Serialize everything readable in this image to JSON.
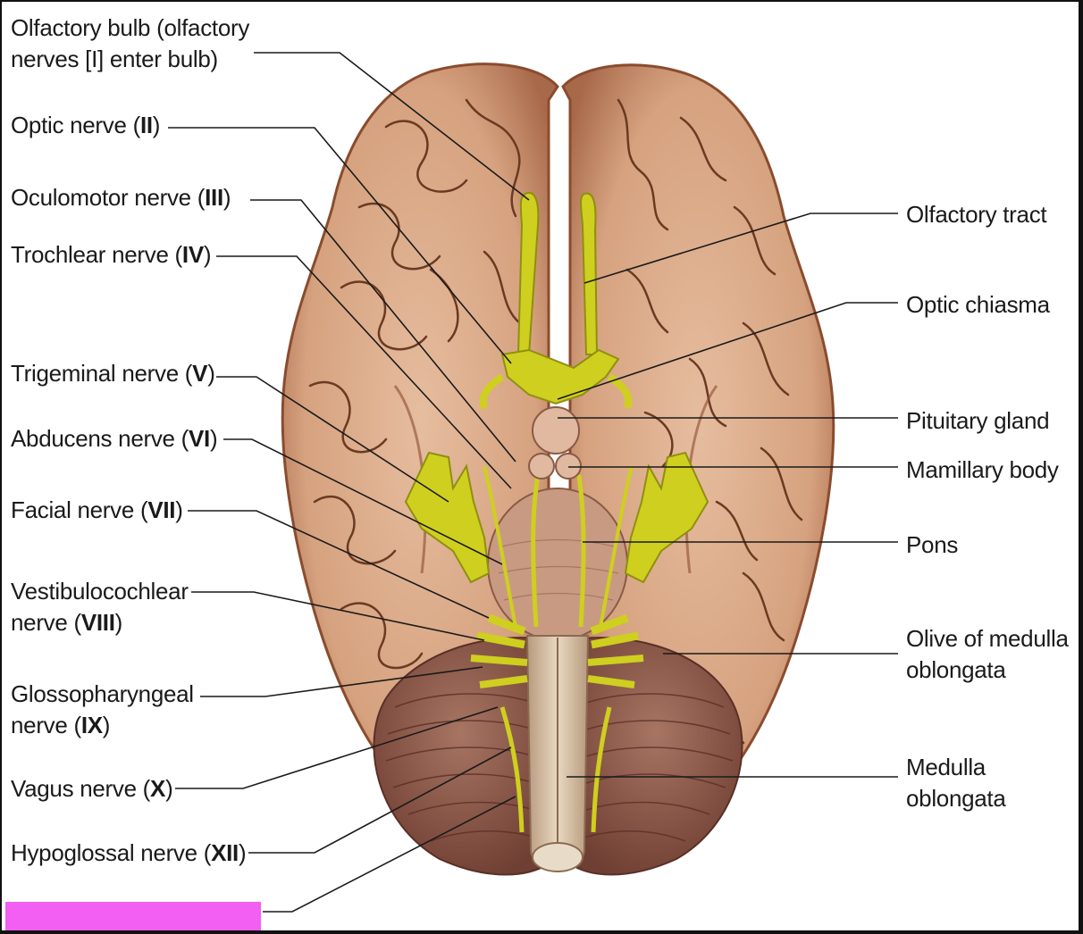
{
  "colors": {
    "cerebrum": "#dcae8d",
    "cerebrum_shadow": "#b07552",
    "gyri_line": "#6a3a22",
    "cerebellum": "#9a6452",
    "brainstem": "#c99a82",
    "medulla": "#d9c4a8",
    "nerve": "#cfcf1f",
    "nerve_dark": "#8f8f10",
    "leader": "#1a1a1a",
    "redaction": "#f25ff2"
  },
  "labels": {
    "olfactory_bulb": {
      "line1": "Olfactory bulb (olfactory",
      "line2": "nerves [I] enter bulb)",
      "num": "I"
    },
    "optic_nerve": {
      "text": "Optic nerve (",
      "num": "II",
      "close": ")"
    },
    "oculomotor_nerve": {
      "text": "Oculomotor nerve (",
      "num": "III",
      "close": ")"
    },
    "trochlear_nerve": {
      "text": "Trochlear nerve (",
      "num": "IV",
      "close": ")"
    },
    "trigeminal_nerve": {
      "text": "Trigeminal nerve (",
      "num": "V",
      "close": ")"
    },
    "abducens_nerve": {
      "text": "Abducens nerve (",
      "num": "VI",
      "close": ")"
    },
    "facial_nerve": {
      "text": "Facial nerve (",
      "num": "VII",
      "close": ")"
    },
    "vestibulocochlear_nerve": {
      "line1": "Vestibulocochlear",
      "line2": "nerve (",
      "num": "VIII",
      "close": ")"
    },
    "glossopharyngeal_nerve": {
      "line1": "Glossopharyngeal",
      "line2": "nerve (",
      "num": "IX",
      "close": ")"
    },
    "vagus_nerve": {
      "text": "Vagus nerve (",
      "num": "X",
      "close": ")"
    },
    "hypoglossal_nerve": {
      "text": "Hypoglossal nerve (",
      "num": "XII",
      "close": ")"
    },
    "olfactory_tract": {
      "text": "Olfactory tract"
    },
    "optic_chiasma": {
      "text": "Optic chiasma"
    },
    "pituitary_gland": {
      "text": "Pituitary gland"
    },
    "mamillary_body": {
      "text": "Mamillary body"
    },
    "pons": {
      "text": "Pons"
    },
    "olive_of_medulla": {
      "line1": "Olive of medulla",
      "line2": "oblongata"
    },
    "medulla_oblongata": {
      "line1": "Medulla",
      "line2": "oblongata"
    }
  }
}
